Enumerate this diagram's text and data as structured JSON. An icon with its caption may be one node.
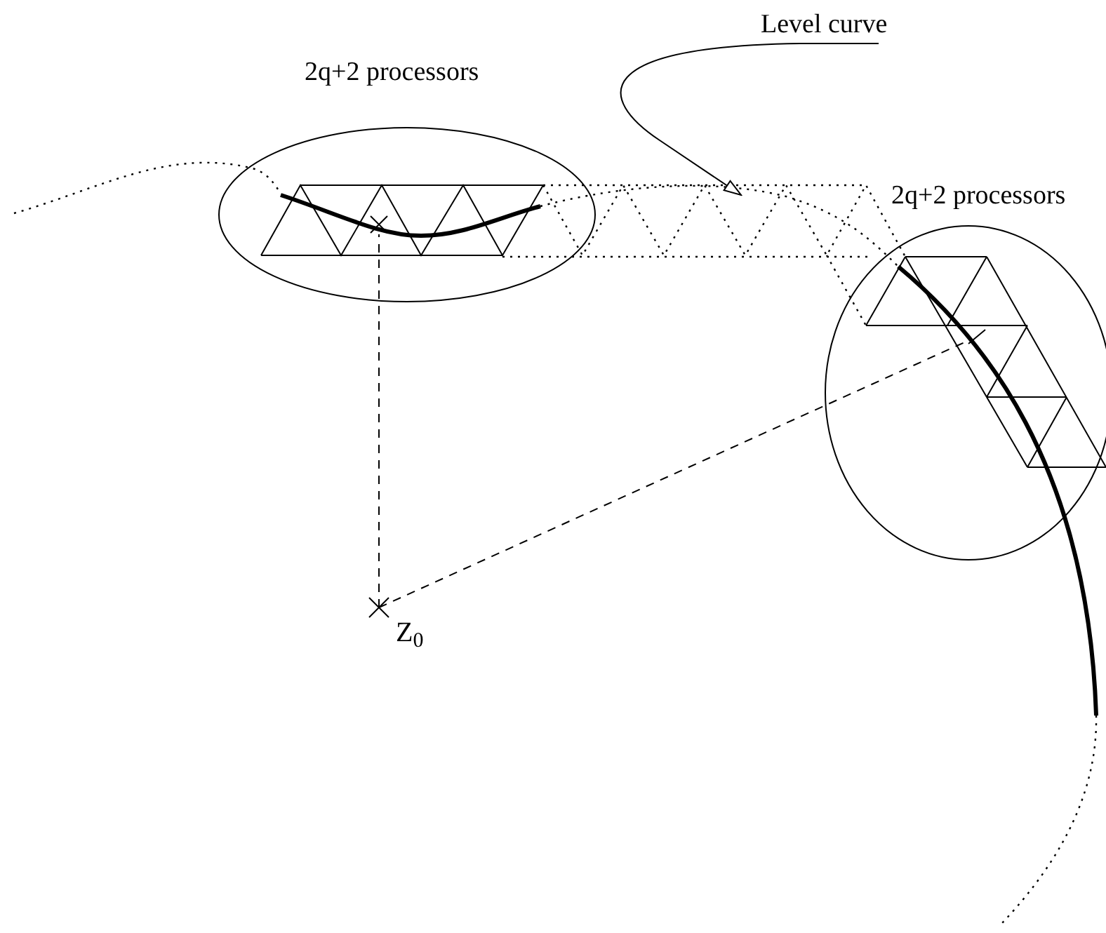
{
  "diagram": {
    "nodes": [
      {
        "text": [
          "2q+2 processors"
        ]
      },
      {
        "text": [],
        "shape": "cross",
        "in": 0
      },
      {
        "text": [
          "Level curve"
        ]
      },
      {
        "text": [
          "2q+2 processors"
        ]
      },
      {
        "text": [],
        "shape": "tick",
        "in": 3
      },
      {
        "text": [
          "Z$_{0}$"
        ]
      }
    ],
    "edges": [
      {
        "from": 5,
        "to": 1,
        "arrow": "none",
        "style": "dashed"
      },
      {
        "from": 5,
        "to": 4,
        "arrow": "none",
        "style": "dashed"
      },
      {
        "from": 2,
        "to": null,
        "arrow": "to"
      }
    ]
  }
}
